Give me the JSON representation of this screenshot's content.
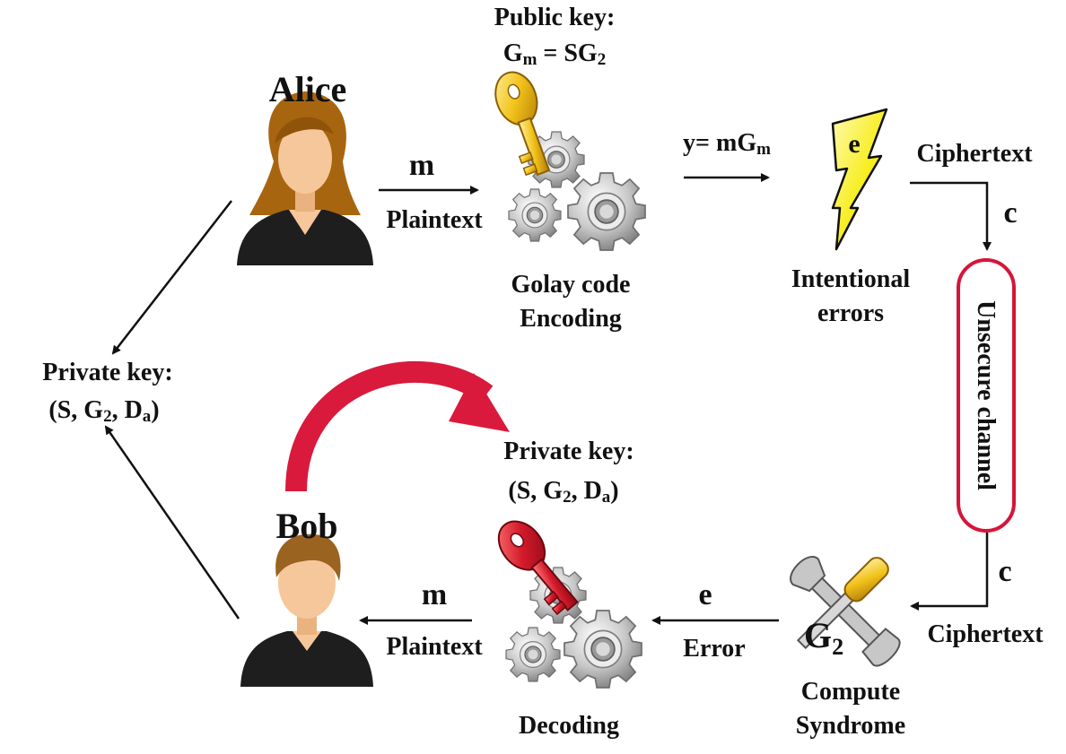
{
  "actors": {
    "alice": "Alice",
    "bob": "Bob"
  },
  "public_key": {
    "title": "Public key:",
    "G": "G",
    "m_sub": "m",
    "eq": " = SG",
    "two_sub": "2"
  },
  "top_flow": {
    "m": "m",
    "plaintext": "Plaintext",
    "encoding_line1": "Golay code",
    "encoding_line2": "Encoding",
    "y_prefix": "y= mG",
    "y_sub": "m",
    "e_symbol": "e",
    "intentional_line1": "Intentional",
    "intentional_line2": "errors",
    "ciphertext": "Ciphertext",
    "c": "c"
  },
  "channel": {
    "label": "Unsecure channel"
  },
  "bottom_flow": {
    "c": "c",
    "ciphertext": "Ciphertext",
    "g2_G": "G",
    "g2_sub": "2",
    "syndrome_line1": "Compute",
    "syndrome_line2": "Syndrome",
    "e": "e",
    "error": "Error",
    "decoding": "Decoding",
    "m": "m",
    "plaintext": "Plaintext"
  },
  "private_key_left": {
    "title": "Private key:",
    "open": "(S, G",
    "two": "2",
    "mid": ", D",
    "a": "a",
    "close": ")"
  },
  "private_key_center": {
    "title": "Private key:",
    "open": "(S, G",
    "two": "2",
    "mid": ", D",
    "a": "a",
    "close": ")"
  },
  "colors": {
    "arrow": "#111111",
    "curve": "#d91a3c",
    "channel_border": "#d4163a",
    "key_gold": "#f2c21b",
    "key_red": "#d41a2a",
    "bolt": "#f7ec10",
    "skin": "#f6c79a",
    "alice_hair": "#a8650f",
    "bob_hair": "#9a6320",
    "suit": "#1e1e1e"
  }
}
